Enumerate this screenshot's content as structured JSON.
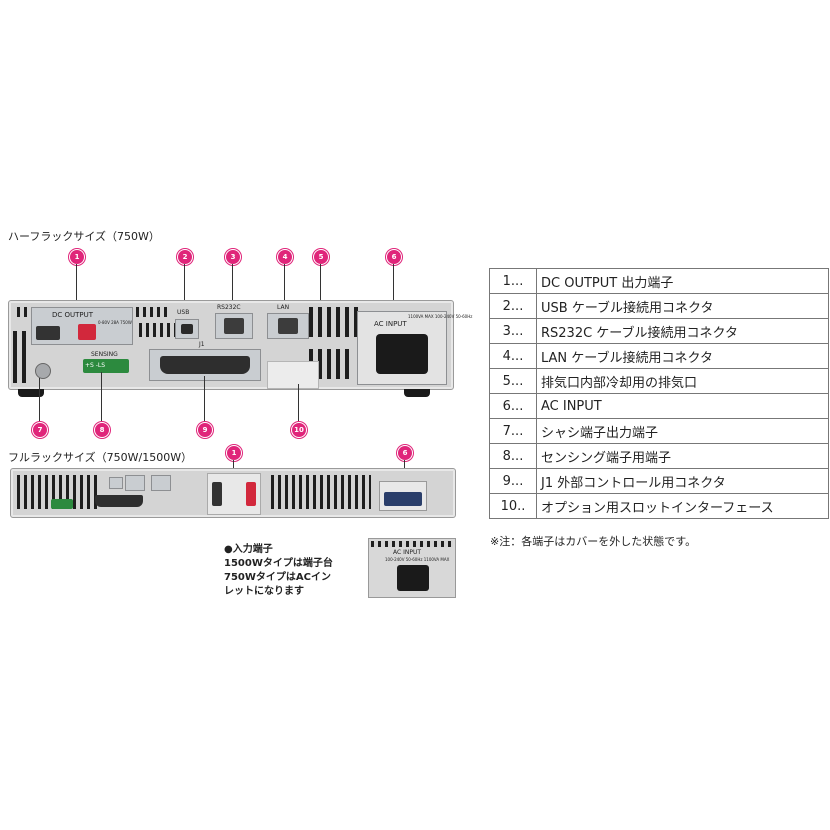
{
  "captions": {
    "half_rack": "ハーフラックサイズ（750W）",
    "full_rack": "フルラックサイズ（750W/1500W）",
    "note": "※注：各端子はカバーを外した状態です。"
  },
  "markers": {
    "half": [
      "1",
      "2",
      "3",
      "4",
      "5",
      "6",
      "7",
      "8",
      "9",
      "10"
    ],
    "full": [
      "1",
      "6"
    ]
  },
  "device_labels": {
    "dc_output": "DC OUTPUT",
    "dc_rating": "0-80V 28A 750W",
    "usb": "USB",
    "rs232c": "RS232C",
    "lan": "LAN",
    "ac_input": "AC INPUT",
    "ac_rating": "1100VA MAX 100-240V 50-60Hz",
    "sensing": "SENSING",
    "sensing_terms": "+S -LS",
    "j1": "J1"
  },
  "input_note": {
    "title": "●入力端子",
    "line1": "1500Wタイプは端子台",
    "line2": "750WタイプはACイン",
    "line3": "レットになります"
  },
  "inset": {
    "label": "AC INPUT",
    "rating": "100-240V 50-60Hz 1100VA MAX"
  },
  "legend": [
    {
      "num": "1...",
      "text": "DC OUTPUT 出力端子"
    },
    {
      "num": "2...",
      "text": "USB ケーブル接続用コネクタ"
    },
    {
      "num": "3...",
      "text": "RS232C ケーブル接続用コネクタ"
    },
    {
      "num": "4...",
      "text": "LAN ケーブル接続用コネクタ"
    },
    {
      "num": "5...",
      "text": "排気口内部冷却用の排気口"
    },
    {
      "num": "6...",
      "text": "AC INPUT"
    },
    {
      "num": "7...",
      "text": "シャシ端子出力端子"
    },
    {
      "num": "8...",
      "text": "センシング端子用端子"
    },
    {
      "num": "9...",
      "text": "J1 外部コントロール用コネクタ"
    },
    {
      "num": "10..",
      "text": "オプション用スロットインターフェース"
    }
  ]
}
